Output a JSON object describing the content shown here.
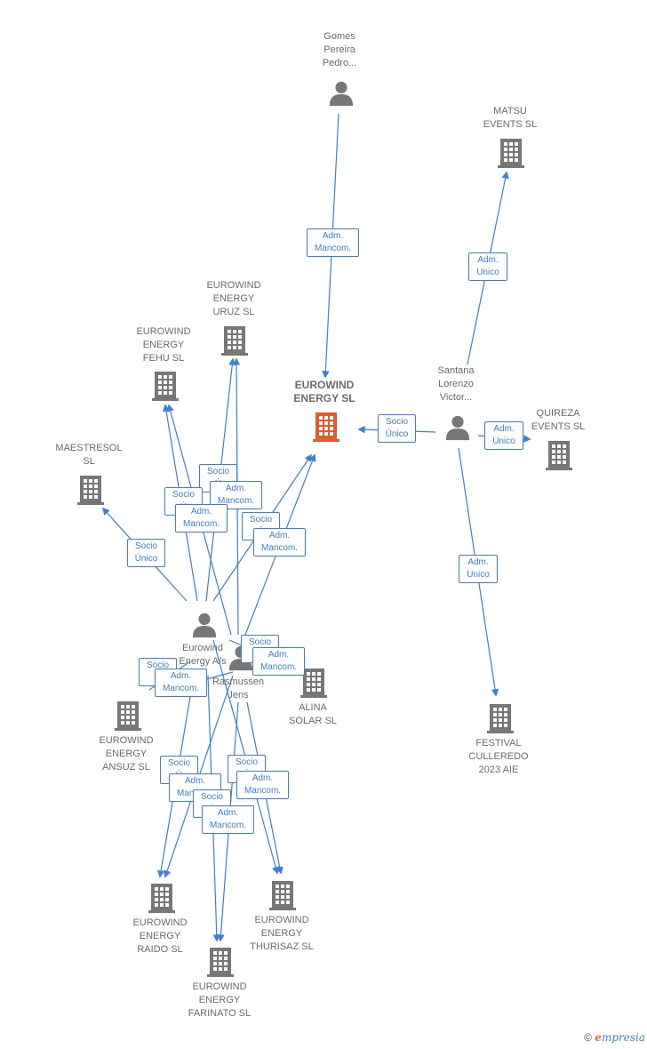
{
  "colors": {
    "company": "#777777",
    "main_company": "#e35b2b",
    "person": "#777777",
    "edge": "#3b7fd6"
  },
  "nodes": {
    "gomes": {
      "label": "Gomes\nPereira\nPedro..."
    },
    "matsu": {
      "label": "MATSU\nEVENTS  SL"
    },
    "uruz": {
      "label": "EUROWIND\nENERGY\nURUZ  SL"
    },
    "fehu": {
      "label": "EUROWIND\nENERGY\nFEHU  SL"
    },
    "main": {
      "label": "EUROWIND\nENERGY  SL"
    },
    "santana": {
      "label": "Santana\nLorenzo\nVictor..."
    },
    "quireza": {
      "label": "QUIREZA\nEVENTS  SL"
    },
    "maestresol": {
      "label": "MAESTRESOL\nSL"
    },
    "eurowind_as": {
      "label": "Eurowind\nEnergy A/s"
    },
    "rasmussen": {
      "label": "Rasmussen\nJens"
    },
    "alina": {
      "label": "ALINA\nSOLAR SL"
    },
    "ansuz": {
      "label": "EUROWIND\nENERGY\nANSUZ  SL"
    },
    "festival": {
      "label": "FESTIVAL\nCULLEREDO\n2023  AIE"
    },
    "raido": {
      "label": "EUROWIND\nENERGY\nRAIDO  SL"
    },
    "thurisaz": {
      "label": "EUROWIND\nENERGY\nTHURISAZ  SL"
    },
    "farinato": {
      "label": "EUROWIND\nENERGY\nFARINATO  SL"
    }
  },
  "edge_labels": {
    "gomes_main": "Adm.\nMancom.",
    "santana_matsu": "Adm.\nUnico",
    "santana_main": "Socio\nÚnico",
    "santana_quireza": "Adm.\nUnico",
    "santana_festival": "Adm.\nUnico",
    "as_maestresol": "Socio\nÚnico",
    "as_uruz_socio": "Socio\nÚ",
    "as_uruz_adm": "Adm.\nMancom.",
    "as_fehu_socio": "Socio\nÚ",
    "as_fehu_adm": "Adm.\nMancom.",
    "as_main_socio": "Socio\nÚ",
    "as_main_adm": "Adm.\nMancom.",
    "as_alina_socio": "Socio\nÚ",
    "as_alina_adm": "Adm.\nMancom.",
    "as_ansuz_socio": "Socio\nÚ",
    "as_ansuz_adm": "Adm.\nMancom.",
    "as_raido_socio": "Socio\nÚ",
    "as_raido_adm": "Adm.\nMancom.",
    "as_farinato_socio": "Socio\nÚ",
    "as_farinato_adm": "Adm.\nMancom.",
    "as_thurisaz_socio": "Socio\nÚ",
    "as_thurisaz_adm": "Adm.\nMancom."
  },
  "footer": {
    "copyright": "©",
    "brand_e": "e",
    "brand_rest": "mpresia"
  }
}
